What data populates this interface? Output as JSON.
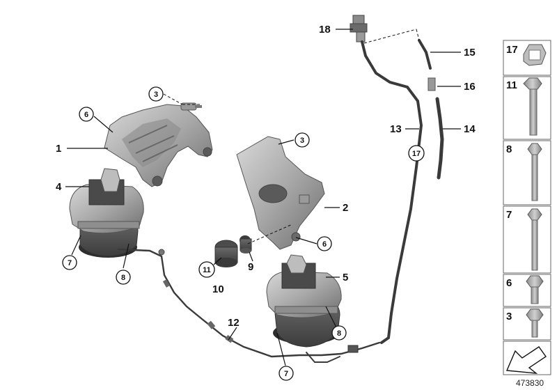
{
  "labels": {
    "p1": "1",
    "p2": "2",
    "p4": "4",
    "p5": "5",
    "p9": "9",
    "p10": "10",
    "p12": "12",
    "p13": "13",
    "p14": "14",
    "p15": "15",
    "p16": "16",
    "p18": "18"
  },
  "circled": {
    "c3a": "3",
    "c6a": "6",
    "c7a": "7",
    "c8a": "8",
    "c3b": "3",
    "c6b": "6",
    "c11": "11",
    "c17": "17",
    "c8b": "8",
    "c7b": "7"
  },
  "side_panel": [
    "17",
    "11",
    "8",
    "7",
    "6",
    "3"
  ],
  "reference_number": "473830",
  "icons": [
    "front-direction-arrow-icon"
  ]
}
